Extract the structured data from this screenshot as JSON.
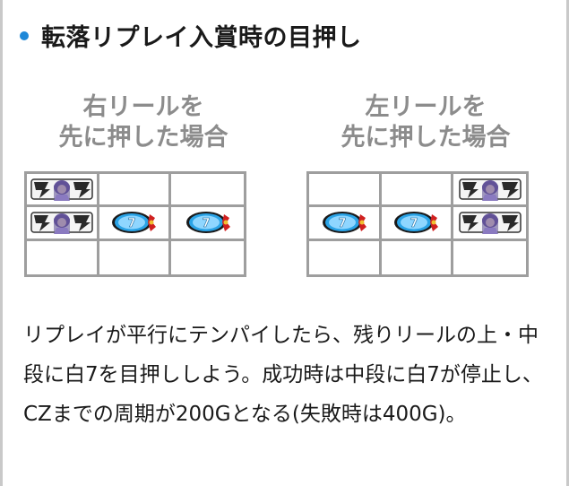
{
  "section": {
    "title": "転落リプレイ入賞時の目押し"
  },
  "panels": [
    {
      "caption_line1": "右リールを",
      "caption_line2": "先に押した場合"
    },
    {
      "caption_line1": "左リールを",
      "caption_line2": "先に押した場合"
    }
  ],
  "reel_grids": [
    {
      "rows": [
        [
          "replay",
          "empty",
          "empty"
        ],
        [
          "replay",
          "white7",
          "white7"
        ],
        [
          "empty",
          "empty",
          "empty"
        ]
      ]
    },
    {
      "rows": [
        [
          "empty",
          "empty",
          "replay"
        ],
        [
          "white7",
          "white7",
          "replay"
        ],
        [
          "empty",
          "empty",
          "empty"
        ]
      ]
    }
  ],
  "description": "リプレイが平行にテンパイしたら、残りリールの上・中段に白7を目押ししよう。成功時は中段に白7が停止し、CZまでの周期が200Gとなる(失敗時は400G)。",
  "colors": {
    "accent_dot": "#1e88d8",
    "caption_gray": "#8c8c8c",
    "grid_border": "#9e9e9e"
  }
}
